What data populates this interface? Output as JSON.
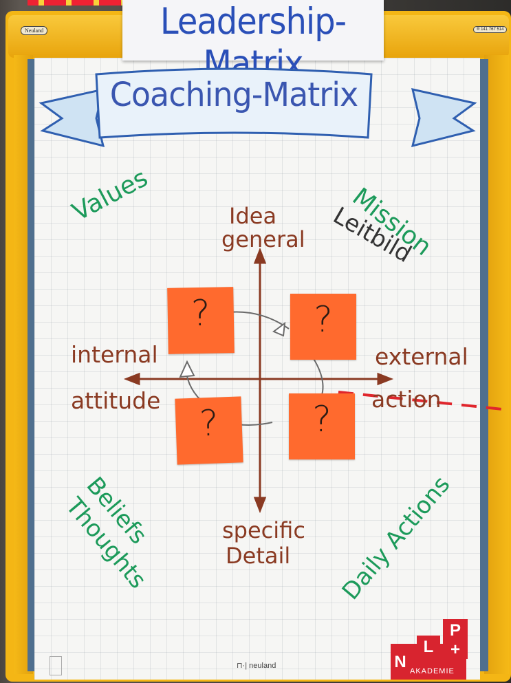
{
  "sign": {
    "title": "Leadership-Matrix"
  },
  "banner": {
    "title": "Coaching-Matrix"
  },
  "easel": {
    "brand": "Neuland",
    "reg_number": "141 767 514"
  },
  "axes": {
    "top_line1": "Idea",
    "top_line2": "general",
    "bottom_line1": "specific",
    "bottom_line2": "Detail",
    "left_line1": "internal",
    "left_line2": "attitude",
    "right_line1": "external",
    "right_line2": "action"
  },
  "quadrants": {
    "top_left": "Values",
    "top_right": "Mission",
    "top_right_sub": "Leitbild",
    "bottom_left_line1": "Beliefs",
    "bottom_left_line2": "Thoughts",
    "bottom_right": "Daily Actions"
  },
  "sticky_notes": {
    "mark": "?",
    "color": "#ff6a2e"
  },
  "footer": {
    "paper_brand": "neuland",
    "logo_letters": [
      "N",
      "L",
      "P",
      "+"
    ],
    "logo_text": "AKADEMIE"
  },
  "colors": {
    "frame": "#f4b615",
    "rail": "#4f6f8e",
    "title_blue": "#2a4fb8",
    "quadrant_green": "#1c9a5a",
    "axis_brown": "#8a3a22",
    "logo_red": "#d8242f",
    "dashed_line": "#e0262c"
  }
}
